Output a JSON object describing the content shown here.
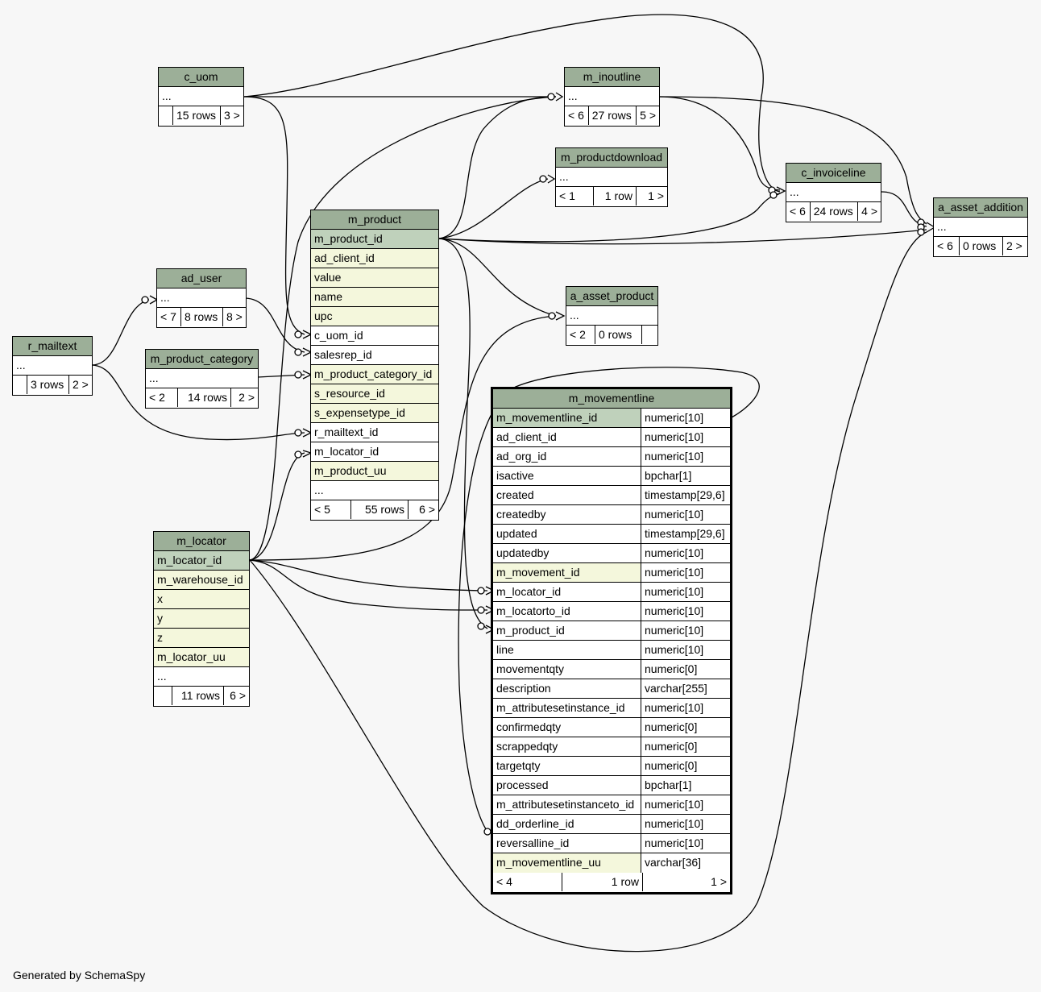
{
  "colors": {
    "background": "#f7f7f7",
    "header": "#9caf98",
    "primary_key": "#bfd1bb",
    "indexed": "#f4f7dc",
    "plain": "#ffffff",
    "line": "#000000"
  },
  "tables": {
    "c_uom": {
      "title": "c_uom",
      "rows": [
        "..."
      ],
      "footer": [
        "",
        "15 rows",
        "3 >"
      ]
    },
    "m_inoutline": {
      "title": "m_inoutline",
      "rows": [
        "..."
      ],
      "footer": [
        "< 6",
        "27 rows",
        "5 >"
      ]
    },
    "m_productdownload": {
      "title": "m_productdownload",
      "rows": [
        "..."
      ],
      "footer": [
        "< 1",
        "1 row",
        "1 >"
      ]
    },
    "c_invoiceline": {
      "title": "c_invoiceline",
      "rows": [
        "..."
      ],
      "footer": [
        "< 6",
        "24 rows",
        "4 >"
      ]
    },
    "a_asset_addition": {
      "title": "a_asset_addition",
      "rows": [
        "..."
      ],
      "footer": [
        "< 6",
        "0 rows",
        "2 >"
      ]
    },
    "ad_user": {
      "title": "ad_user",
      "rows": [
        "..."
      ],
      "footer": [
        "< 7",
        "8 rows",
        "8 >"
      ]
    },
    "r_mailtext": {
      "title": "r_mailtext",
      "rows": [
        "..."
      ],
      "footer": [
        "",
        "3 rows",
        "2 >"
      ]
    },
    "m_product_category": {
      "title": "m_product_category",
      "rows": [
        "..."
      ],
      "footer": [
        "< 2",
        "14 rows",
        "2 >"
      ]
    },
    "a_asset_product": {
      "title": "a_asset_product",
      "rows": [
        "..."
      ],
      "footer": [
        "< 2",
        "0 rows",
        ""
      ]
    },
    "m_product": {
      "title": "m_product",
      "rows": [
        "m_product_id",
        "ad_client_id",
        "value",
        "name",
        "upc",
        "c_uom_id",
        "salesrep_id",
        "m_product_category_id",
        "s_resource_id",
        "s_expensetype_id",
        "r_mailtext_id",
        "m_locator_id",
        "m_product_uu",
        "..."
      ],
      "footer": [
        "< 5",
        "55 rows",
        "6 >"
      ]
    },
    "m_locator": {
      "title": "m_locator",
      "rows": [
        "m_locator_id",
        "m_warehouse_id",
        "x",
        "y",
        "z",
        "m_locator_uu",
        "..."
      ],
      "footer": [
        "",
        "11 rows",
        "6 >"
      ]
    },
    "m_movementline": {
      "title": "m_movementline",
      "columns": [
        [
          "m_movementline_id",
          "numeric[10]"
        ],
        [
          "ad_client_id",
          "numeric[10]"
        ],
        [
          "ad_org_id",
          "numeric[10]"
        ],
        [
          "isactive",
          "bpchar[1]"
        ],
        [
          "created",
          "timestamp[29,6]"
        ],
        [
          "createdby",
          "numeric[10]"
        ],
        [
          "updated",
          "timestamp[29,6]"
        ],
        [
          "updatedby",
          "numeric[10]"
        ],
        [
          "m_movement_id",
          "numeric[10]"
        ],
        [
          "m_locator_id",
          "numeric[10]"
        ],
        [
          "m_locatorto_id",
          "numeric[10]"
        ],
        [
          "m_product_id",
          "numeric[10]"
        ],
        [
          "line",
          "numeric[10]"
        ],
        [
          "movementqty",
          "numeric[0]"
        ],
        [
          "description",
          "varchar[255]"
        ],
        [
          "m_attributesetinstance_id",
          "numeric[10]"
        ],
        [
          "confirmedqty",
          "numeric[0]"
        ],
        [
          "scrappedqty",
          "numeric[0]"
        ],
        [
          "targetqty",
          "numeric[0]"
        ],
        [
          "processed",
          "bpchar[1]"
        ],
        [
          "m_attributesetinstanceto_id",
          "numeric[10]"
        ],
        [
          "dd_orderline_id",
          "numeric[10]"
        ],
        [
          "reversalline_id",
          "numeric[10]"
        ],
        [
          "m_movementline_uu",
          "varchar[36]"
        ]
      ],
      "footer": [
        "< 4",
        "1 row",
        "1 >"
      ]
    }
  },
  "footer_text": "Generated by SchemaSpy"
}
